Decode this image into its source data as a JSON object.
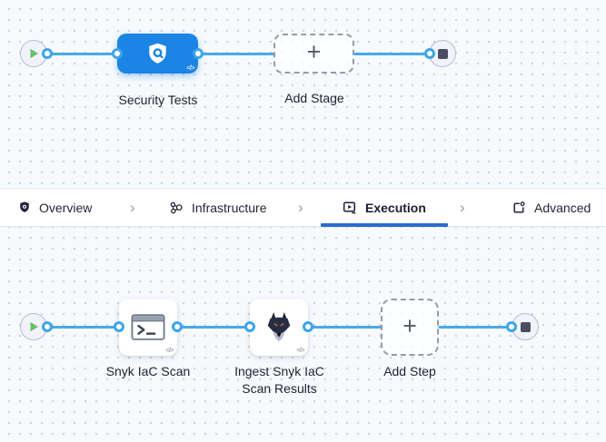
{
  "canvas": {
    "bg_color": "#f7fafd",
    "dot_color": "#c9d2de",
    "edge_color": "#4aa9e9",
    "port_ring_color": "#3da5e8",
    "stage_blue": "#1b84e4",
    "active_tab_underline_color": "#2b6bce"
  },
  "stage_graph": {
    "start_node": {
      "icon": "play-icon",
      "play_color": "#6abf69"
    },
    "end_node": {
      "icon": "stop-icon",
      "stop_color": "#4b4e62"
    },
    "stage": {
      "label": "Security Tests",
      "icon": "security-shield-icon",
      "code_badge": "</>"
    },
    "add_stage": {
      "label": "Add Stage",
      "plus": "+"
    }
  },
  "tab_bar": {
    "separator": "›",
    "tabs": [
      {
        "label": "Overview",
        "icon": "shield-icon",
        "active": false
      },
      {
        "label": "Infrastructure",
        "icon": "infrastructure-nodes-icon",
        "active": false
      },
      {
        "label": "Execution",
        "icon": "execution-play-icon",
        "active": true
      },
      {
        "label": "Advanced",
        "icon": "advanced-gear-icon",
        "active": false
      }
    ]
  },
  "step_graph": {
    "start_node": {
      "icon": "play-icon"
    },
    "end_node": {
      "icon": "stop-icon"
    },
    "steps": [
      {
        "label": "Snyk IaC Scan",
        "icon": "terminal-icon",
        "code_badge": "</>"
      },
      {
        "label": "Ingest Snyk IaC Scan Results",
        "icon": "snyk-dog-icon",
        "code_badge": "</>"
      }
    ],
    "add_step": {
      "label": "Add Step",
      "plus": "+"
    }
  }
}
